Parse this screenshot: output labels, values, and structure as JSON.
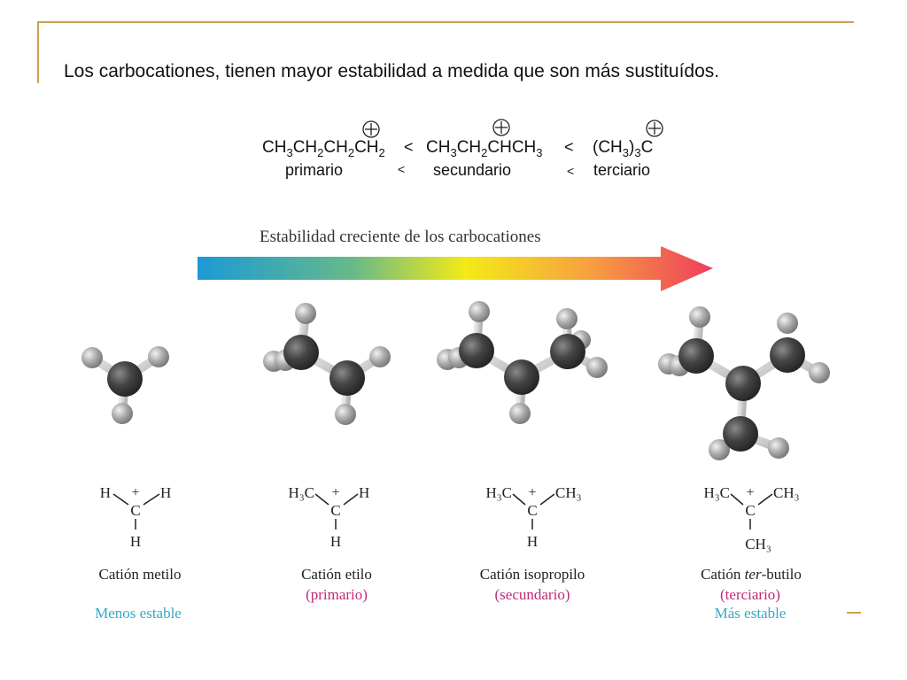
{
  "title": "Los carbocationes, tienen mayor estabilidad a medida que son más sustituídos.",
  "equation": {
    "primary": {
      "f1": "CH",
      "s1": "3",
      "f2": "CH",
      "s2": "2",
      "f3": "CH",
      "s3": "2",
      "f4": "CH",
      "s4": "2"
    },
    "secondary": {
      "f1": "CH",
      "s1": "3",
      "f2": "CH",
      "s2": "2",
      "f3": "CHCH",
      "s3": "3"
    },
    "tertiary": {
      "f1": "(CH",
      "s1": "3",
      "f2": ")",
      "s2": "3",
      "f3": "C"
    },
    "less_than": "<",
    "labels": [
      "primario",
      "secundario",
      "terciario"
    ]
  },
  "arrow": {
    "label": "Estabilidad creciente de los carbocationes",
    "gradient": [
      "#1b9ad6",
      "#67b98a",
      "#f4ea16",
      "#f7a43f",
      "#ee3e5d"
    ]
  },
  "colors": {
    "atom_carbon": "#3a3a3a",
    "atom_hydrogen": "#9a9a9a",
    "bond": "#cfcfcf",
    "frame": "#c9a24a",
    "less_stable": "#33a9c9",
    "more_stable": "#33a9c9",
    "class_label": "#c2287a"
  },
  "cations": [
    {
      "top_left": "H",
      "plus": "+",
      "top_right": "H",
      "center": "C",
      "bottom": "H",
      "name": "Catión metilo",
      "stability": "Menos estable"
    },
    {
      "top_left": "H₃C",
      "plus": "+",
      "top_right": "H",
      "center": "C",
      "bottom": "H",
      "name": "Catión etilo",
      "class": "(primario)"
    },
    {
      "top_left": "H₃C",
      "plus": "+",
      "top_right": "CH₃",
      "center": "C",
      "bottom": "H",
      "name": "Catión isopropilo",
      "class": "(secundario)"
    },
    {
      "top_left": "H₃C",
      "plus": "+",
      "top_right": "CH₃",
      "center": "C",
      "bottom": "CH₃",
      "name_prefix": "Catión ",
      "name_italic": "ter",
      "name_suffix": "-butilo",
      "class": "(terciario)",
      "stability": "Más estable"
    }
  ]
}
